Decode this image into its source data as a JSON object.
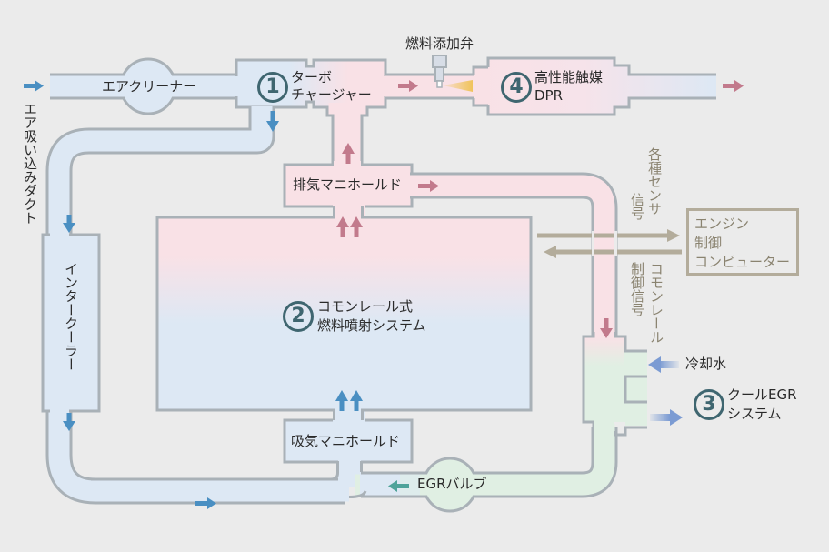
{
  "colors": {
    "background": "#ebebeb",
    "pipe_outline": "#a9b1b7",
    "intake_fill": "#dde8f4",
    "exhaust_fill": "#f9e1e6",
    "egr_fill": "#e0efe3",
    "intake_arrow": "#4a8fc2",
    "exhaust_arrow": "#c27a8c",
    "egr_arrow": "#4fa39a",
    "coolant_arrow": "#7b9bd3",
    "signal": "#b3ac9b",
    "number_badge": "#3f6670",
    "additive_spray": "#f0c35a"
  },
  "labels": {
    "air_intake_duct": "エア吸い込みダクト",
    "air_cleaner": "エアクリーナー",
    "turbo_line1": "ターボ",
    "turbo_line2": "チャージャー",
    "fuel_additive_valve": "燃料添加弁",
    "dpr_line1": "高性能触媒",
    "dpr_line2": "DPR",
    "exhaust_manifold": "排気マニホールド",
    "intercooler": "インタークーラー",
    "common_rail_line1": "コモンレール式",
    "common_rail_line2": "燃料噴射システム",
    "intake_manifold": "吸気マニホールド",
    "egr_valve": "EGRバルブ",
    "coolant": "冷却水",
    "cool_egr_line1": "クールEGR",
    "cool_egr_line2": "システム",
    "sensor_signal_line1": "各種センサ",
    "sensor_signal_line2": "信号",
    "control_signal_line1": "コモンレール",
    "control_signal_line2": "制御信号",
    "ecu_line1": "エンジン",
    "ecu_line2": "制御",
    "ecu_line3": "コンピューター"
  },
  "badges": {
    "turbo": "1",
    "common_rail": "2",
    "cool_egr": "3",
    "dpr": "4"
  }
}
